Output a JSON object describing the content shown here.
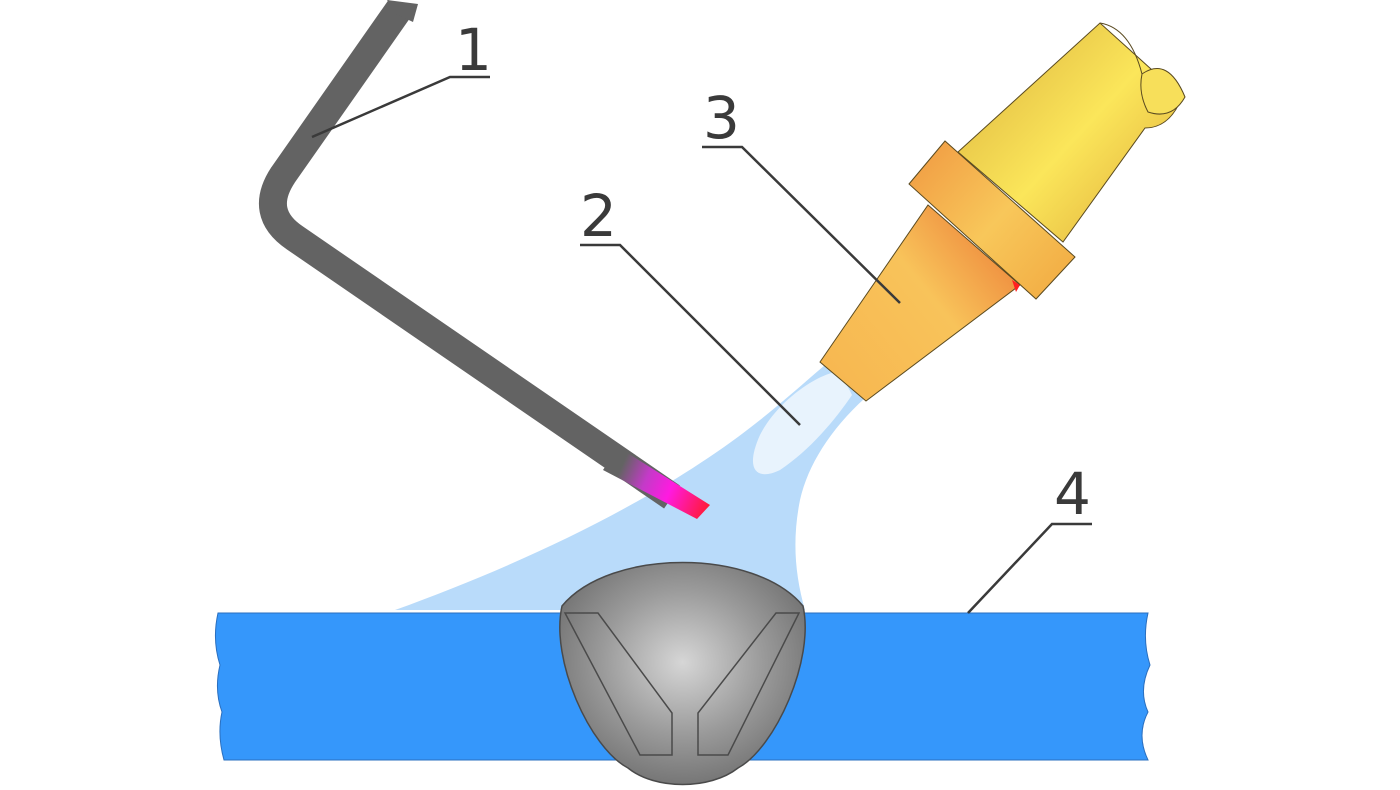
{
  "labels": {
    "filler_rod": "1",
    "flame": "2",
    "torch": "3",
    "base_metal": "4"
  },
  "colors": {
    "rod": "#636363",
    "rod_tip_hot": "#ff1a2e",
    "rod_tip_glow": "#e633dd",
    "flame_outer": "#b9dbfa",
    "flame_core": "#e8f3fd",
    "torch_nozzle": "#f5aa4a",
    "torch_body": "#f7df5a",
    "base_metal": "#3597fb",
    "weld_bead": "#8c8c8c",
    "leader": "#3a3a3a"
  }
}
